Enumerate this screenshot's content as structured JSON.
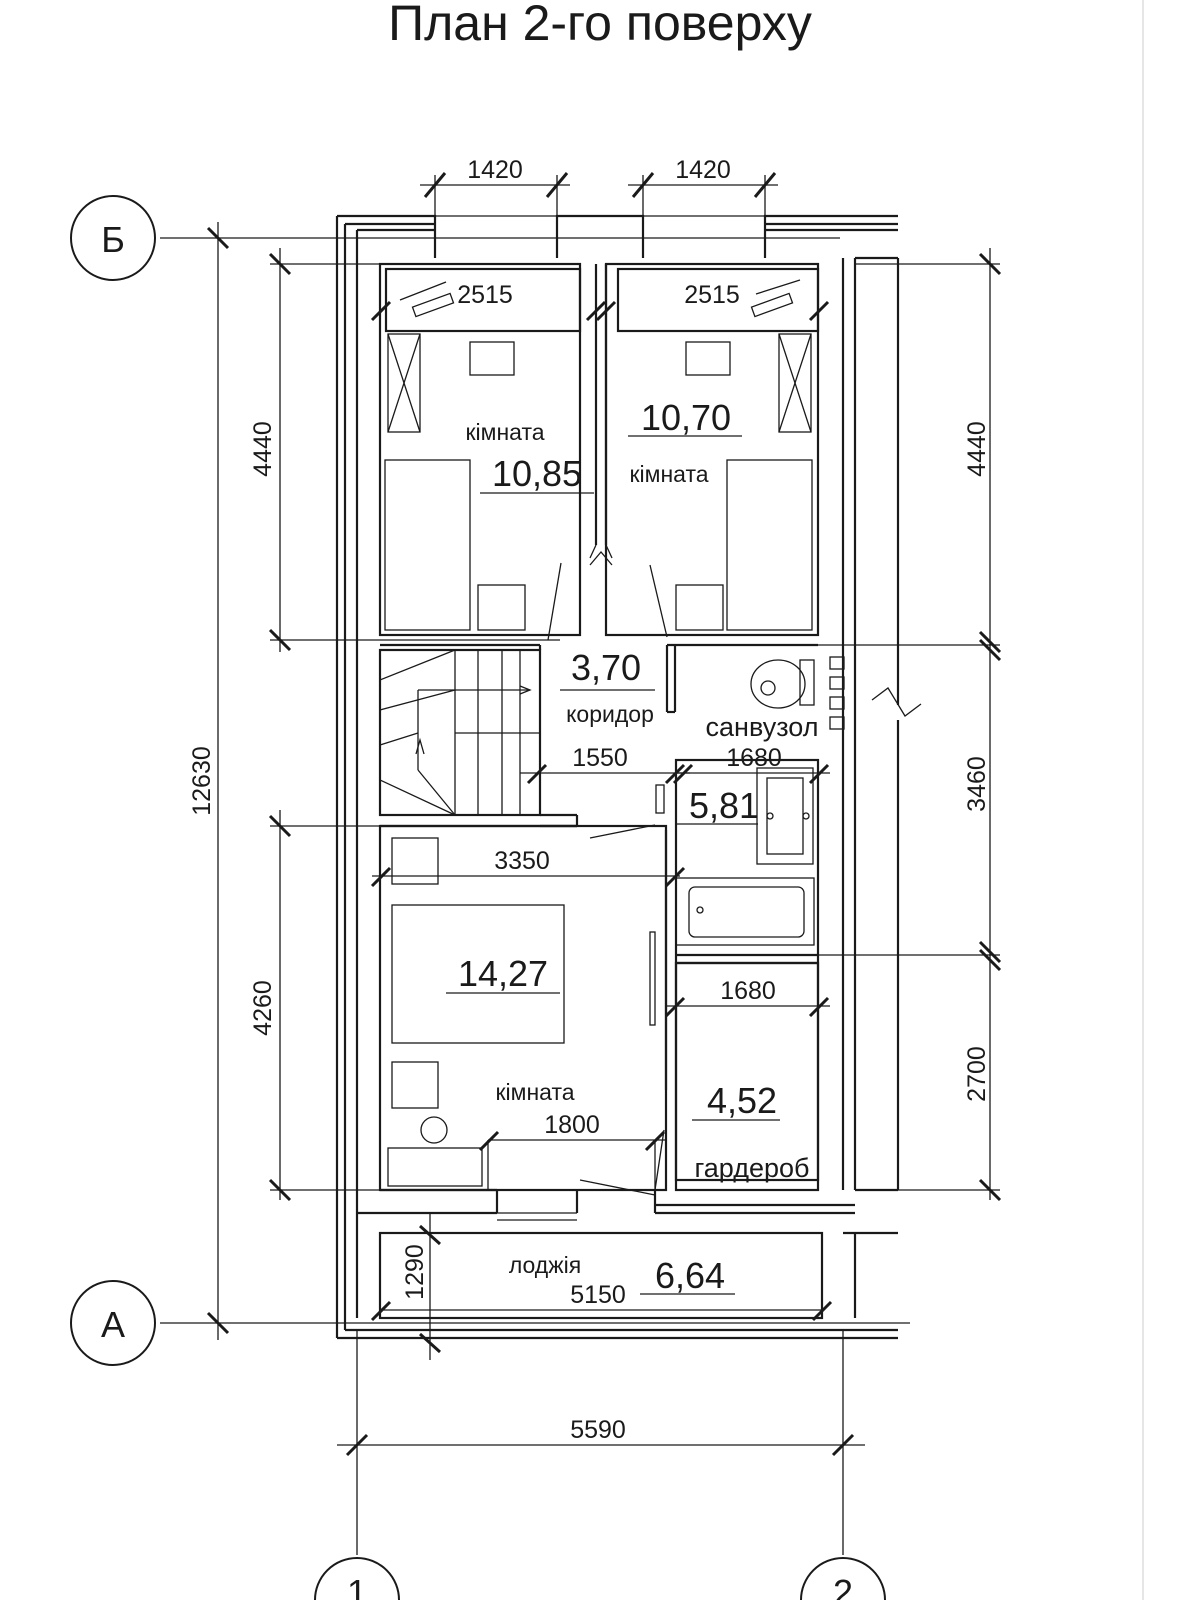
{
  "title": "План 2-го поверху",
  "axes": {
    "b": "Б",
    "a": "А",
    "one": "1",
    "two": "2"
  },
  "dimensions": {
    "window_left": "1420",
    "window_right": "1420",
    "wardrobe_top_left": "2515",
    "wardrobe_top_right": "2515",
    "left_upper": "4440",
    "right_upper": "4440",
    "left_total": "12630",
    "left_lower": "4260",
    "right_mid": "3460",
    "right_lower": "2700",
    "corridor": "1550",
    "bath_width": "1680",
    "room_width": "3350",
    "wardrobe_width": "1680",
    "room_inner": "1800",
    "loggia_depth": "1290",
    "loggia_width": "5150",
    "overall_width": "5590"
  },
  "rooms": {
    "room1": {
      "label": "кімната",
      "area": "10,85"
    },
    "room2": {
      "label": "кімната",
      "area": "10,70"
    },
    "corridor": {
      "label": "коридор",
      "area": "3,70"
    },
    "bathroom": {
      "label": "санвузол",
      "area": "5,81"
    },
    "room3": {
      "label": "кімната",
      "area": "14,27"
    },
    "wardrobe": {
      "label": "гардероб",
      "area": "4,52"
    },
    "loggia": {
      "label": "лоджія",
      "area": "6,64"
    }
  }
}
